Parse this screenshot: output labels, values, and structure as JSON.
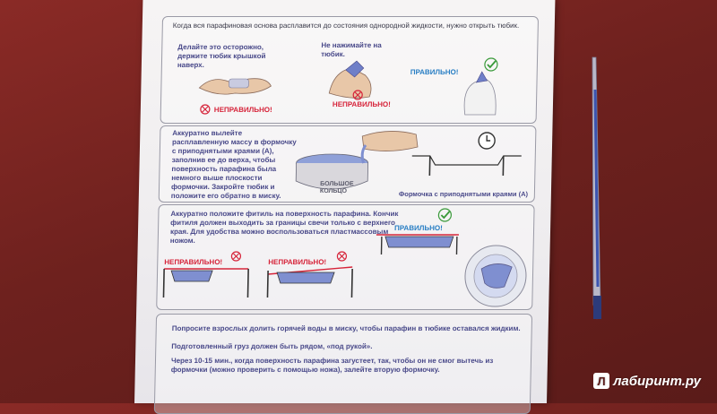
{
  "sheet": {
    "header": "Когда вся парафиновая основа расплавится до состояния однородной жидкости, нужно открыть тюбик.",
    "step1_note_left": "Делайте это осторожно, держите тюбик крышкой наверх.",
    "step1_note_mid": "Не нажимайте на тюбик.",
    "wrong1": "НЕПРАВИЛЬНО!",
    "wrong2": "НЕПРАВИЛЬНО!",
    "right1": "ПРАВИЛЬНО!",
    "step2_text": "Аккуратно вылейте расплавленную массу в формочку с приподнятыми краями (А), заполнив ее до верха, чтобы поверхность парафина была немного выше плоскости формочки. Закройте тюбик и положите его обратно в миску.",
    "ring_label": "БОЛЬШОЕ КОЛЬЦО",
    "mold_caption": "Формочка с приподнятыми краями (А)",
    "step3_text": "Аккуратно положите фитиль на поверхность парафина. Кончик фитиля должен выходить за границы свечи только с верхнего края. Для удобства можно воспользоваться пластмассовым ножом.",
    "right2": "ПРАВИЛЬНО!",
    "wrong3": "НЕПРАВИЛЬНО!",
    "wrong4": "НЕПРАВИЛЬНО!",
    "step4_line1": "Попросите взрослых долить горячей воды в миску, чтобы парафин в тюбике оставался жидким.",
    "step4_line2": "Подготовленный груз должен быть рядом, «под рукой».",
    "step4_line3": "Через 10-15 мин., когда поверхность парафина загустеет, так, чтобы он не смог вытечь из формочки (можно проверить с помощью ножа), залейте вторую формочку."
  },
  "watermark": {
    "text": "лабиринт.ру",
    "badge": "Л"
  },
  "colors": {
    "wrong": "#d6243a",
    "right": "#2a7fc4",
    "check": "#3a9a3a",
    "wax": "#7f8fd0"
  },
  "icons": [
    "cross-circle-icon",
    "check-icon",
    "clock-icon",
    "pen-icon"
  ]
}
